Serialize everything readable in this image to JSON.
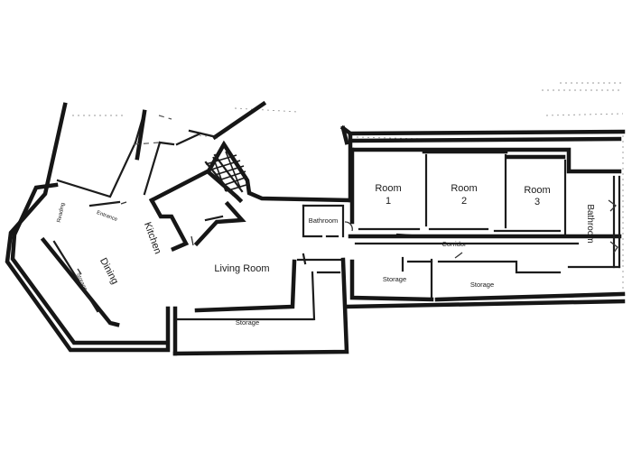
{
  "rooms": {
    "room1": {
      "name": "Room",
      "number": "1"
    },
    "room2": {
      "name": "Room",
      "number": "2"
    },
    "room3": {
      "name": "Room",
      "number": "3"
    },
    "bathroom_right": "Bathroom",
    "bathroom_center": "Bathroom",
    "living_room": "Living Room",
    "kitchen": "Kitchen",
    "dining": "Dining",
    "entrance": "Entrance",
    "reading": "Reading",
    "storage_dining": "Storage",
    "corridor": "Corridor",
    "storage_bottom": "Storage",
    "storage_middle": "Storage",
    "storage_right": "Storage"
  }
}
